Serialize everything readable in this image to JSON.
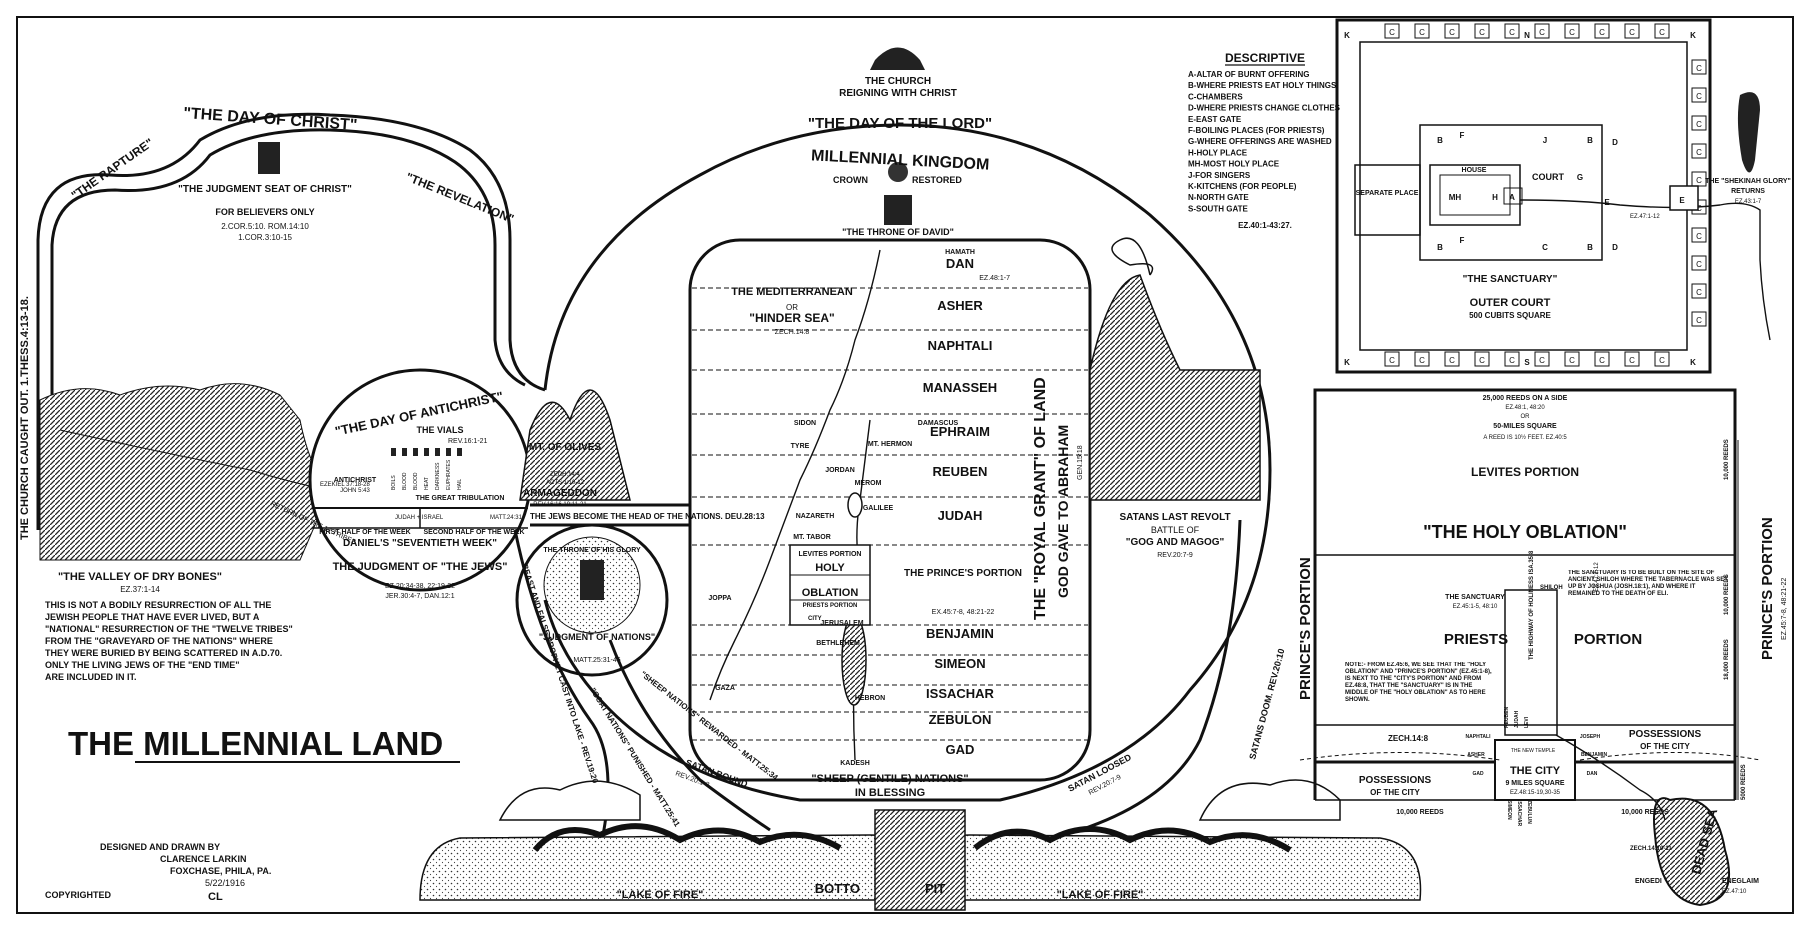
{
  "title": {
    "main": "THE MILLENNIAL LAND"
  },
  "credits": {
    "designed": "DESIGNED AND DRAWN BY",
    "author": "CLARENCE LARKIN",
    "place": "FOXCHASE, PHILA, PA.",
    "date": "5/22/1916",
    "mark": "CL",
    "copyright": "COPYRIGHTED"
  },
  "left_section": {
    "day_of_christ": "\"THE DAY OF CHRIST\"",
    "rapture": "\"THE RAPTURE\"",
    "revelation": "\"THE REVELATION\"",
    "judgment_seat": "\"THE JUDGMENT SEAT OF CHRIST\"",
    "for_believers": "FOR BELIEVERS ONLY",
    "judgment_refs": "2.COR.5:10. ROM.14:10",
    "judgment_refs2": "1.COR.3:10-15",
    "church_caught": "THE CHURCH CAUGHT OUT. 1.THESS.4:13-18.",
    "valley": "\"THE VALLEY OF DRY BONES\"",
    "valley_ref": "EZ.37:1-14",
    "note_lines": [
      "THIS IS NOT A BODILY RESURRECTION OF ALL THE",
      "JEWISH PEOPLE THAT HAVE EVER LIVED, BUT A",
      "\"NATIONAL\" RESURRECTION OF THE \"TWELVE TRIBES\"",
      "FROM THE \"GRAVEYARD OF THE NATIONS\" WHERE",
      "THEY WERE BURIED BY BEING SCATTERED IN A.D.70.",
      "ONLY THE LIVING JEWS OF THE \"END TIME\"",
      "ARE INCLUDED IN IT."
    ],
    "return_tribes": "RETURN OF THE 12 TRIBES"
  },
  "antichrist": {
    "title": "\"THE DAY OF ANTICHRIST\"",
    "vials": "THE VIALS",
    "vials_ref": "REV.16:1-21",
    "vial_labels": [
      "BOILS",
      "BLOOD",
      "BLOOD",
      "HEAT",
      "DARKNESS",
      "EUPHRATES",
      "HAIL"
    ],
    "antichrist": "ANTICHRIST",
    "antichrist_ref": "JOHN 5:43",
    "tribulation": "THE GREAT TRIBULATION",
    "ezekiel_ref": "EZEKIEL 37:18-28",
    "judah_israel": "JUDAH + ISRAEL",
    "matt_ref": "MATT.24:31",
    "first_half": "FIRST HALF OF THE WEEK",
    "second_half": "SECOND HALF OF THE WEEK",
    "seventieth": "DANIEL'S \"SEVENTIETH WEEK\"",
    "judgment_jews": "THE JUDGMENT OF \"THE JEWS\"",
    "jews_ref": "EZ.20:34-38, 22:19-22",
    "jews_ref2": "JER.30:4-7, DAN.12:1"
  },
  "olives": {
    "mt": "MT. OF OLIVES",
    "ref": "ZECH.14:4",
    "ref2": "ACTS 1:10-12",
    "armageddon": "ARMAGEDDON",
    "arm_ref": "REV.16:16 19:11-21",
    "jews_head": "THE JEWS BECOME THE HEAD OF THE NATIONS. DEU.28:13"
  },
  "throne_glory": {
    "title": "THE THRONE OF HIS GLORY",
    "judgment_nations": "\"JUDGMENT OF NATIONS\"",
    "ref": "MATT.25:31-46"
  },
  "center": {
    "church_reigning": "THE CHURCH",
    "church_reigning2": "REIGNING WITH CHRIST",
    "day_lord": "\"THE DAY OF THE LORD\"",
    "millennial_kingdom": "MILLENNIAL KINGDOM",
    "crown": "CROWN",
    "restored": "RESTORED",
    "throne_david": "\"THE THRONE OF DAVID\"",
    "mediterranean": "THE MEDITERRANEAN",
    "or": "OR",
    "hinder_sea": "\"HINDER SEA\"",
    "hinder_ref": "ZECH.14:8",
    "royal_grant": "THE \"ROYAL GRANT\" OF LAND",
    "god_gave": "GOD GAVE TO ABRAHAM",
    "gen_ref": "GEN.15:18",
    "tribes": [
      "DAN",
      "ASHER",
      "NAPHTALI",
      "MANASSEH",
      "EPHRAIM",
      "REUBEN",
      "JUDAH",
      "BENJAMIN",
      "SIMEON",
      "ISSACHAR",
      "ZEBULON",
      "GAD"
    ],
    "dan_ref": "EZ.48:1-7",
    "places": [
      "HAMATH",
      "SIDON",
      "DAMASCUS",
      "MT. HERMON",
      "TYRE",
      "MEROM",
      "NAZARETH",
      "GALILEE",
      "MT. TABOR",
      "JOPPA",
      "JERUSALEM",
      "BETHLEHEM",
      "HEBRON",
      "GAZA",
      "KADESH",
      "JORDAN"
    ],
    "levites_portion": "LEVITES PORTION",
    "holy": "HOLY",
    "oblation": "OBLATION",
    "priests_portion": "PRIESTS PORTION",
    "city": "CITY",
    "princes_portion": "THE PRINCE'S PORTION",
    "prince_ref": "EX.45:7-8, 48:21-22",
    "sheep_nations": "\"SHEEP (GENTILE) NATIONS\"",
    "in_blessing": "IN BLESSING",
    "sheep_rewarded": "\"SHEEP NATIONS\" REWARDED - MATT.25:34",
    "goat_nations": "\"GOAT NATIONS\" PUNISHED - MATT.25:41",
    "beast_prophet": "BEAST AND FALSE PROPHET CAST INTO LAKE - REV.19:20",
    "satan_bound": "SATAN BOUND",
    "satan_bound_ref": "REV.20:1-3",
    "satan_loosed": "SATAN LOOSED",
    "satan_loosed_ref": "REV.20:7-9",
    "satans_doom": "SATANS DOOM. REV.20:10",
    "satans_revolt": "SATANS LAST REVOLT",
    "battle": "BATTLE OF",
    "gog": "\"GOG AND MAGOG\"",
    "gog_ref": "REV.20:7-9"
  },
  "bottom": {
    "lake_fire_left": "\"LAKE OF FIRE\"",
    "lake_fire_right": "\"LAKE OF FIRE\"",
    "bottomless": "BOTTOMLESS PIT",
    "bottomless_left": "BOTTO",
    "bottomless_right": "PIT"
  },
  "descriptive": {
    "title": "DESCRIPTIVE",
    "items": [
      "A-ALTAR OF BURNT OFFERING",
      "B-WHERE PRIESTS EAT HOLY THINGS",
      "C-CHAMBERS",
      "D-WHERE PRIESTS CHANGE CLOTHES",
      "E-EAST GATE",
      "F-BOILING PLACES (FOR PRIESTS)",
      "G-WHERE OFFERINGS ARE WASHED",
      "H-HOLY PLACE",
      "MH-MOST HOLY PLACE",
      "J-FOR SINGERS",
      "K-KITCHENS (FOR PEOPLE)",
      "N-NORTH GATE",
      "S-SOUTH GATE"
    ],
    "ref": "EZ.40:1-43:27."
  },
  "temple": {
    "sanctuary": "\"THE SANCTUARY\"",
    "outer_court": "OUTER COURT",
    "outer_size": "500 CUBITS SQUARE",
    "separate_place": "SEPARATE PLACE",
    "house": "HOUSE",
    "court": "COURT",
    "ez_ref": "EZ.47:1-12",
    "shekinah": "THE \"SHEKINAH GLORY\"",
    "returns": "RETURNS",
    "shekinah_ref": "EZ.43:1-7",
    "letters": {
      "k": "K",
      "n": "N",
      "s": "S",
      "c": "C",
      "e": "E",
      "b": "B",
      "f": "F",
      "h": "H",
      "mh": "MH",
      "a": "A",
      "d": "D",
      "g": "G",
      "j": "J"
    }
  },
  "oblation": {
    "reeds_side": "25,000 REEDS ON A SIDE",
    "reeds_ref": "EZ.48:1, 48:20",
    "or": "OR",
    "miles": "50-MILES SQUARE",
    "reed_len": "A REED IS 10½ FEET. EZ.40:5",
    "levites": "LEVITES PORTION",
    "holy_oblation": "\"THE HOLY OBLATION\"",
    "priests": "PRIESTS",
    "portion": "PORTION",
    "sanctuary": "THE SANCTUARY",
    "sanctuary_ref": "EZ.45:1-5, 48:10",
    "shiloh": "SHILOH",
    "note": "NOTE:- FROM EZ.45:6, WE SEE THAT THE \"HOLY OBLATION\" AND \"PRINCE'S PORTION\" (EZ.45:1-8), IS NEXT TO THE \"CITY'S PORTION\" AND FROM EZ.48:8, THAT THE \"SANCTUARY\" IS IN THE MIDDLE OF THE \"HOLY OBLATION\" AS TO HERE SHOWN.",
    "sanct_note": "THE SANCTUARY IS TO BE BUILT ON THE SITE OF ANCIENT SHILOH WHERE THE TABERNACLE WAS SET UP BY JOSHUA (JOSH.18:1), AND WHERE IT REMAINED TO THE DEATH OF ELI.",
    "princes_left": "PRINCE'S PORTION",
    "princes_right": "PRINCE'S PORTION",
    "princes_ref": "EZ.45:7-8, 48:21-22",
    "zech": "ZECH.14:8",
    "ez47": "EZ.47:1-12",
    "possessions_left": "POSSESSIONS",
    "of_city_left": "OF THE CITY",
    "possessions_right": "POSSESSIONS",
    "of_city_right": "OF THE CITY",
    "the_city": "THE CITY",
    "nine_miles": "9 MILES SQUARE",
    "city_ref": "EZ.48:15-19,30-35",
    "reeds_10000": "10,000 REEDS",
    "reeds_10000b": "10,000 REEDS",
    "reeds_10000c": "10,000 REEDS",
    "reeds_10000d": "10,000 REEDS",
    "reeds_5000": "5000 REEDS",
    "reeds_18000": "18,000 REEDS",
    "reeds_10000e": "10,000 REEDS",
    "reeds_10000f": "10,000 REEDS",
    "highway": "THE HIGHWAY OF HOLINESS ISA.35:8",
    "dead_sea": "DEAD SEA",
    "engedi": "ENGEDI",
    "eneglaim": "ENEGLAIM",
    "eneglaim_ref": "EZ.47:10",
    "zech14": "ZECH.14:10-11",
    "new_temple": "THE NEW TEMPLE",
    "gates": [
      "REUBEN",
      "JUDAH",
      "LEVI",
      "JOSEPH",
      "BENJAMIN",
      "DAN",
      "SIMEON",
      "ISSACHAR",
      "ZEBULUN",
      "NAPHTALI",
      "ASHER",
      "GAD"
    ]
  }
}
